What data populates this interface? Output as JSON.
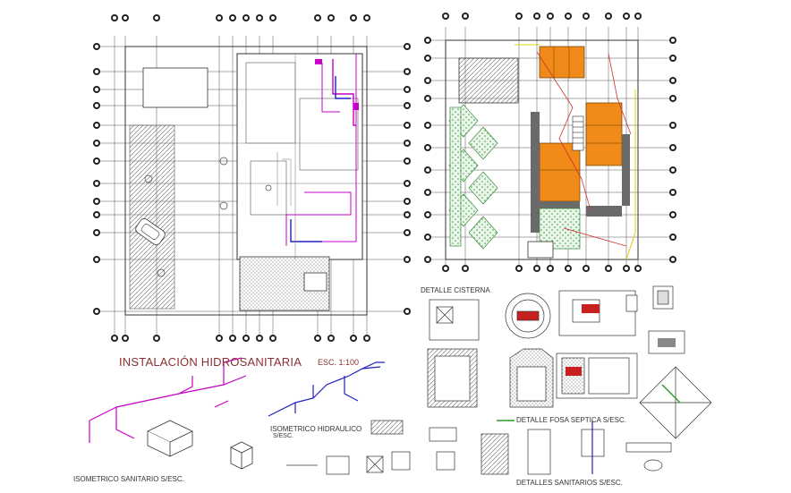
{
  "drawing": {
    "title": "INSTALACIÓN HIDROSANITARIA",
    "scale": "ESC. 1:100"
  },
  "details": {
    "cisterna": "DETALLE CISTERNA",
    "fosa_septica": "DETALLE FOSA SEPTICA S/ESC.",
    "isometrico_sanitario": "ISOMETRICO SANITARIO S/ESC.",
    "isometrico_hidraulico": "ISOMETRICO HIDRAULICO",
    "isometrico_hidraulico_scale": "S/ESC.",
    "sanitarios": "DETALLES SANITARIOS S/ESC."
  },
  "colors": {
    "line": "#444444",
    "grid_bubble": "#222222",
    "magenta_pipe": "#c800c8",
    "blue_pipe": "#2020c0",
    "orange_fill": "#f08a18",
    "green_hatch": "#7ac07a",
    "red_line": "#d03030",
    "yellow_line": "#e0d000",
    "title_text": "#8a3030"
  }
}
